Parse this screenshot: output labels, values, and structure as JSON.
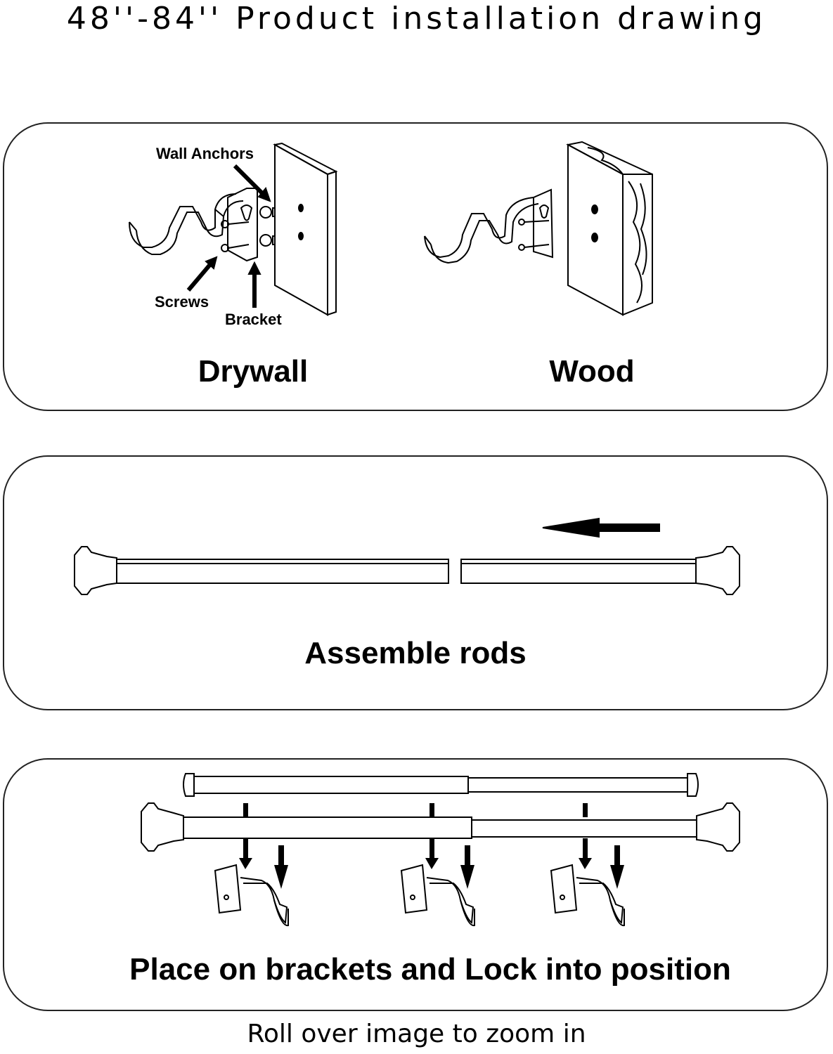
{
  "title": "48''-84'' Product installation drawing",
  "panels": {
    "mount": {
      "drywall_label": "Drywall",
      "wood_label": "Wood",
      "callouts": {
        "wall_anchors": "Wall Anchors",
        "screws": "Screws",
        "bracket": "Bracket"
      }
    },
    "assemble": {
      "label": "Assemble rods"
    },
    "place": {
      "label": "Place on brackets and  Lock into position"
    }
  },
  "footer": "Roll over image to zoom in",
  "icons": [
    "bracket-icon",
    "wall-panel-icon",
    "wood-block-icon",
    "rod-icon",
    "arrow-left-icon",
    "arrow-down-icon"
  ]
}
